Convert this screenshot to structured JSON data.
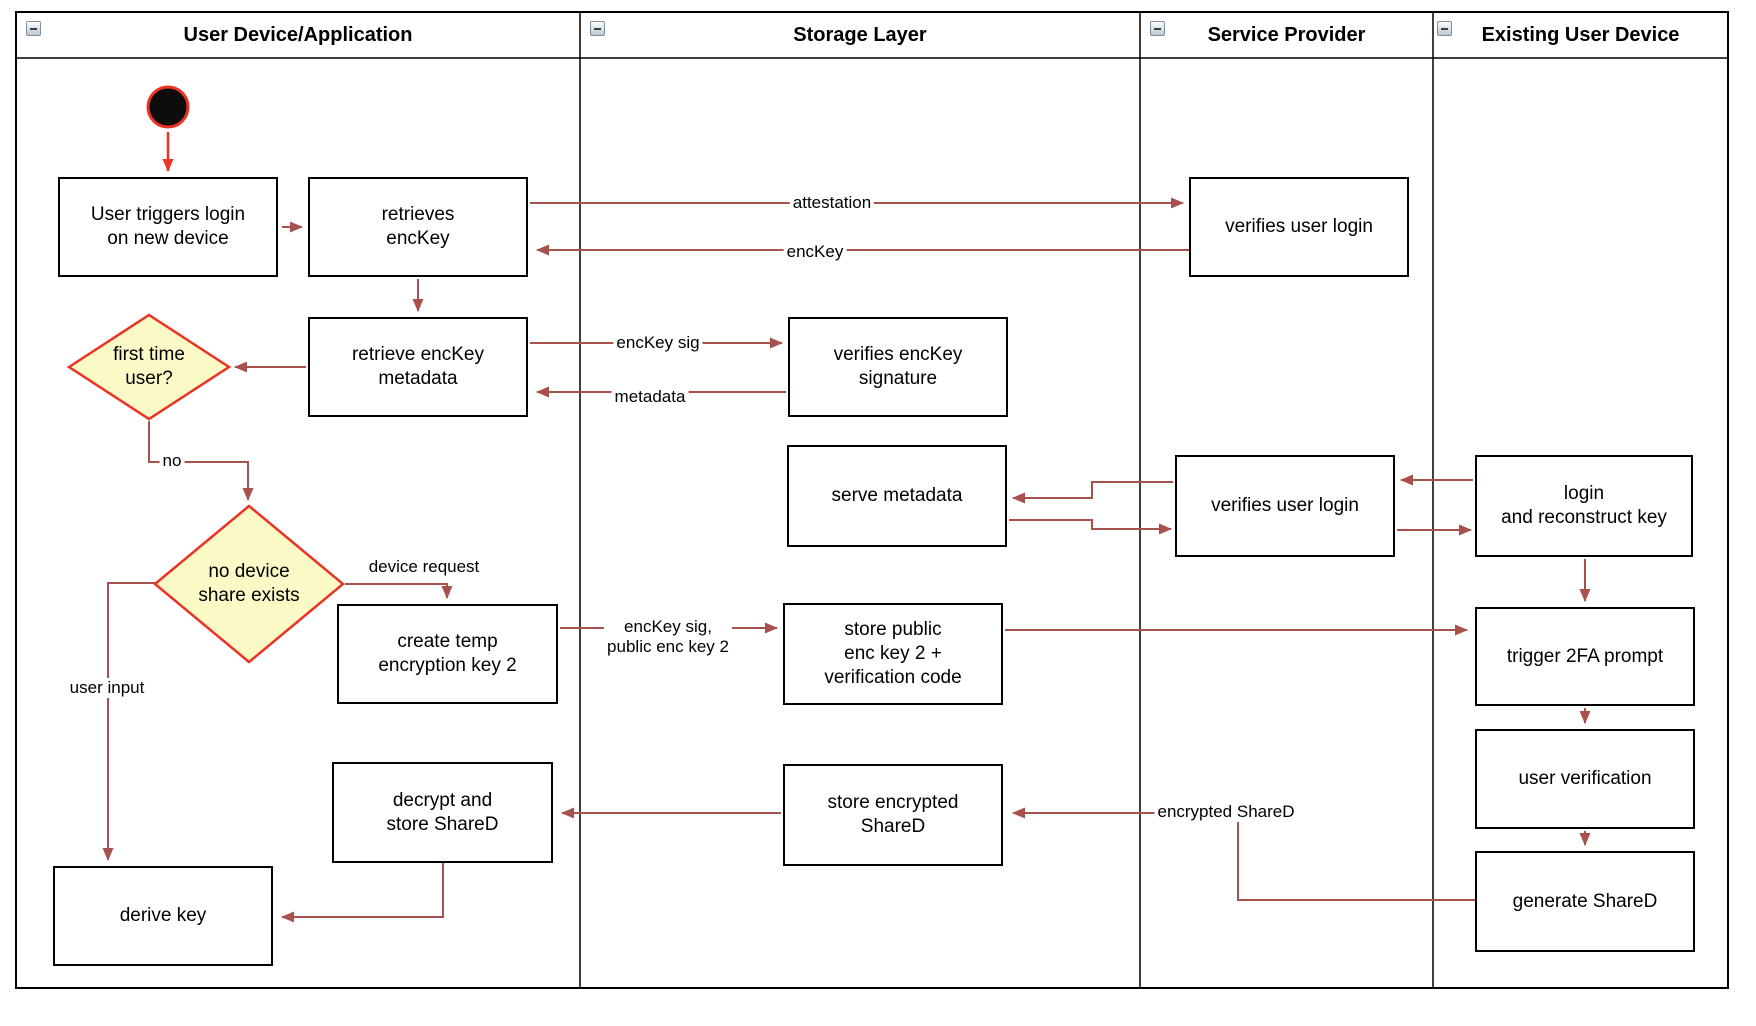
{
  "diagram": {
    "lanes": [
      {
        "title": "User Device/Application"
      },
      {
        "title": "Storage Layer"
      },
      {
        "title": "Service Provider"
      },
      {
        "title": "Existing User Device"
      }
    ],
    "nodes": {
      "user_triggers_login": "User triggers login\non new device",
      "retrieves_enckey": "retrieves\nencKey",
      "verifies_user_login_1": "verifies user login",
      "retrieve_enckey_metadata": "retrieve encKey\nmetadata",
      "verifies_enckey_signature": "verifies encKey\nsignature",
      "serve_metadata": "serve metadata",
      "verifies_user_login_2": "verifies user login",
      "login_and_reconstruct_key": "login\nand reconstruct key",
      "create_temp_encryption_key_2": "create temp\nencryption key 2",
      "store_public_enc_key_2": "store public\nenc key 2 +\nverification code",
      "trigger_2fa_prompt": "trigger 2FA prompt",
      "user_verification": "user verification",
      "generate_shared": "generate ShareD",
      "decrypt_and_store_shared": "decrypt and\nstore ShareD",
      "store_encrypted_shared": "store encrypted\nShareD",
      "derive_key": "derive key"
    },
    "decisions": {
      "first_time_user": "first time\nuser?",
      "no_device_share_exists": "no device\nshare exists"
    },
    "edge_labels": {
      "attestation": "attestation",
      "enckey": "encKey",
      "enckey_sig": "encKey sig",
      "metadata": "metadata",
      "no": "no",
      "device_request": "device request",
      "enckey_sig_public": "encKey sig,\npublic enc key 2",
      "encrypted_shared": "encrypted ShareD",
      "user_input": "user input"
    },
    "colors": {
      "arrow": "#a8524d",
      "accent_red": "#ea3323",
      "decision_fill": "#fbf9c5",
      "start_fill": "#0d0d0d",
      "frame": "#000000"
    }
  }
}
